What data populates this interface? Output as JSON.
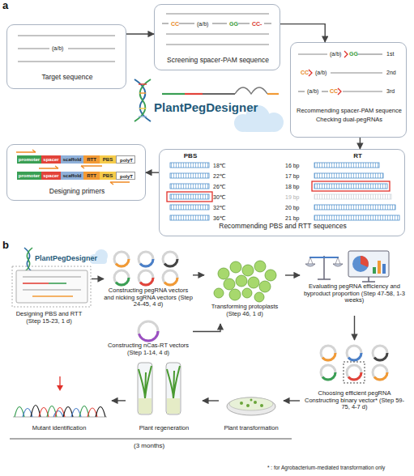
{
  "diagram": {
    "nodes": [
      {
        "text": [
          "(a/b)",
          "Target sequence"
        ]
      },
      {
        "text": [
          "CC",
          "(a/b)",
          "GG",
          "CC-",
          "Screening spacer-PAM sequence"
        ]
      },
      {
        "text": [
          "(a/b)",
          "GG",
          "1st",
          "CC",
          "(a/b)",
          "2nd",
          "(a/b)",
          "CC",
          "3rd",
          "Recommending spacer-PAM sequence",
          "Checking dual-pegRNAs"
        ]
      },
      {
        "text": [
          "PBS",
          "RT",
          "18℃",
          "22℃",
          "26℃",
          "30℃",
          "32℃",
          "36℃",
          "16 bp",
          "17 bp",
          "18 bp",
          "19 bp",
          "20 bp",
          "21 bp",
          "Recommending PBS and RTT sequences"
        ]
      },
      {
        "text": [
          "Designing primers"
        ]
      },
      {
        "text": [
          "promoter"
        ],
        "in": 4
      },
      {
        "text": [
          "spacer"
        ],
        "in": 4
      },
      {
        "text": [
          "scaffold"
        ],
        "in": 4
      },
      {
        "text": [
          "RTT"
        ],
        "in": 4
      },
      {
        "text": [
          "PBS"
        ],
        "in": 4
      },
      {
        "text": [
          "polyT"
        ],
        "in": 4
      },
      {
        "text": [
          "promoter"
        ],
        "in": 4
      },
      {
        "text": [
          "spacer"
        ],
        "in": 4
      },
      {
        "text": [
          "scaffold"
        ],
        "in": 4
      },
      {
        "text": [
          "RTT"
        ],
        "in": 4
      },
      {
        "text": [
          "PBS"
        ],
        "in": 4
      },
      {
        "text": [
          "polyT"
        ],
        "in": 4
      },
      {
        "text": [
          "Designing PBS and RTT (Step 15-23, 1 d)"
        ]
      },
      {
        "text": [
          "Constructing pegRNA vectors and nicking sgRNA vectors (Step 24-45, 4 d)"
        ]
      },
      {
        "text": [
          "Constructing nCas-RT vectors (Step 1-14, 4 d)"
        ]
      },
      {
        "text": [
          "Transforming protoplasts (Step 46, 1 d)"
        ]
      },
      {
        "text": [
          "Evaluating pegRNA efficiency and byproduct proportion (Step 47-58, 1-3 weeks)"
        ]
      },
      {
        "text": [
          "Choosing efficient pegRNA Constructing binary vector* (Step 59-75, 4-7 d)"
        ]
      },
      {
        "text": [
          "Plant transformation"
        ]
      },
      {
        "text": [
          "Plant regeneration"
        ]
      },
      {
        "text": [
          "Mutant identification"
        ]
      }
    ],
    "edges": [
      {
        "from": 0,
        "to": 1,
        "arrow": "to"
      },
      {
        "from": 1,
        "to": 2,
        "arrow": "to"
      },
      {
        "from": 2,
        "to": 3,
        "arrow": "to"
      },
      {
        "from": 3,
        "to": 4,
        "arrow": "to"
      },
      {
        "from": 17,
        "to": 18,
        "arrow": "to"
      },
      {
        "from": 18,
        "to": 20,
        "arrow": "to"
      },
      {
        "from": 19,
        "to": 20,
        "arrow": "to"
      },
      {
        "from": 20,
        "to": 21,
        "arrow": "to"
      },
      {
        "from": 21,
        "to": 22,
        "arrow": "to"
      },
      {
        "from": 22,
        "to": 23,
        "arrow": "to"
      },
      {
        "from": 23,
        "to": 24,
        "arrow": "to"
      },
      {
        "from": 24,
        "to": 25,
        "arrow": "to"
      }
    ],
    "labels": [
      "a",
      "PlantPegDesigner",
      "b",
      "PlantPegDesigner",
      "(3 months)",
      "* : for Agrobacterium-mediated transformation only"
    ]
  }
}
